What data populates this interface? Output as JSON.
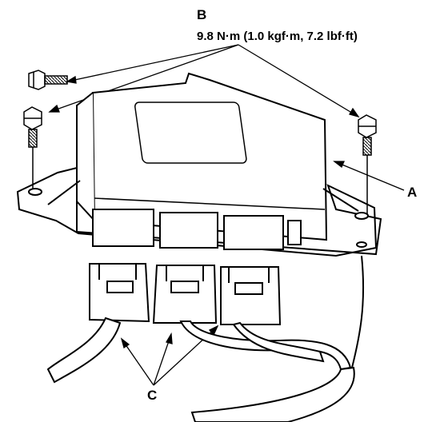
{
  "labels": {
    "b": "B",
    "torque": "9.8 N·m (1.0 kgf·m, 7.2 lbf·ft)",
    "a": "A",
    "c": "C"
  },
  "colors": {
    "ink": "#000000",
    "paper": "#ffffff",
    "shade": "#d8d8d8"
  }
}
